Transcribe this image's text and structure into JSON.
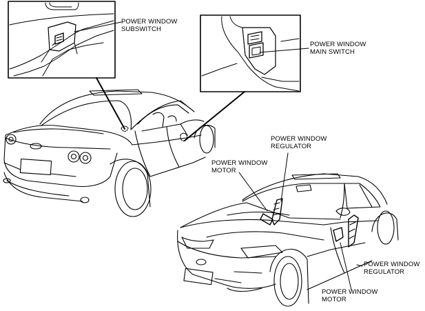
{
  "callouts": {
    "subswitch": {
      "line1": "POWER WINDOW",
      "line2": "SUBSWITCH"
    },
    "main_switch": {
      "line1": "POWER WINDOW",
      "line2": "MAIN SWITCH"
    },
    "regulator_upper": {
      "line1": "POWER WINDOW",
      "line2": "REGULATOR"
    },
    "motor_upper": {
      "line1": "POWER WINDOW",
      "line2": "MOTOR"
    },
    "regulator_lower": {
      "line1": "POWER WINDOW",
      "line2": "REGULATOR"
    },
    "motor_lower": {
      "line1": "POWER WINDOW",
      "line2": "MOTOR"
    }
  }
}
